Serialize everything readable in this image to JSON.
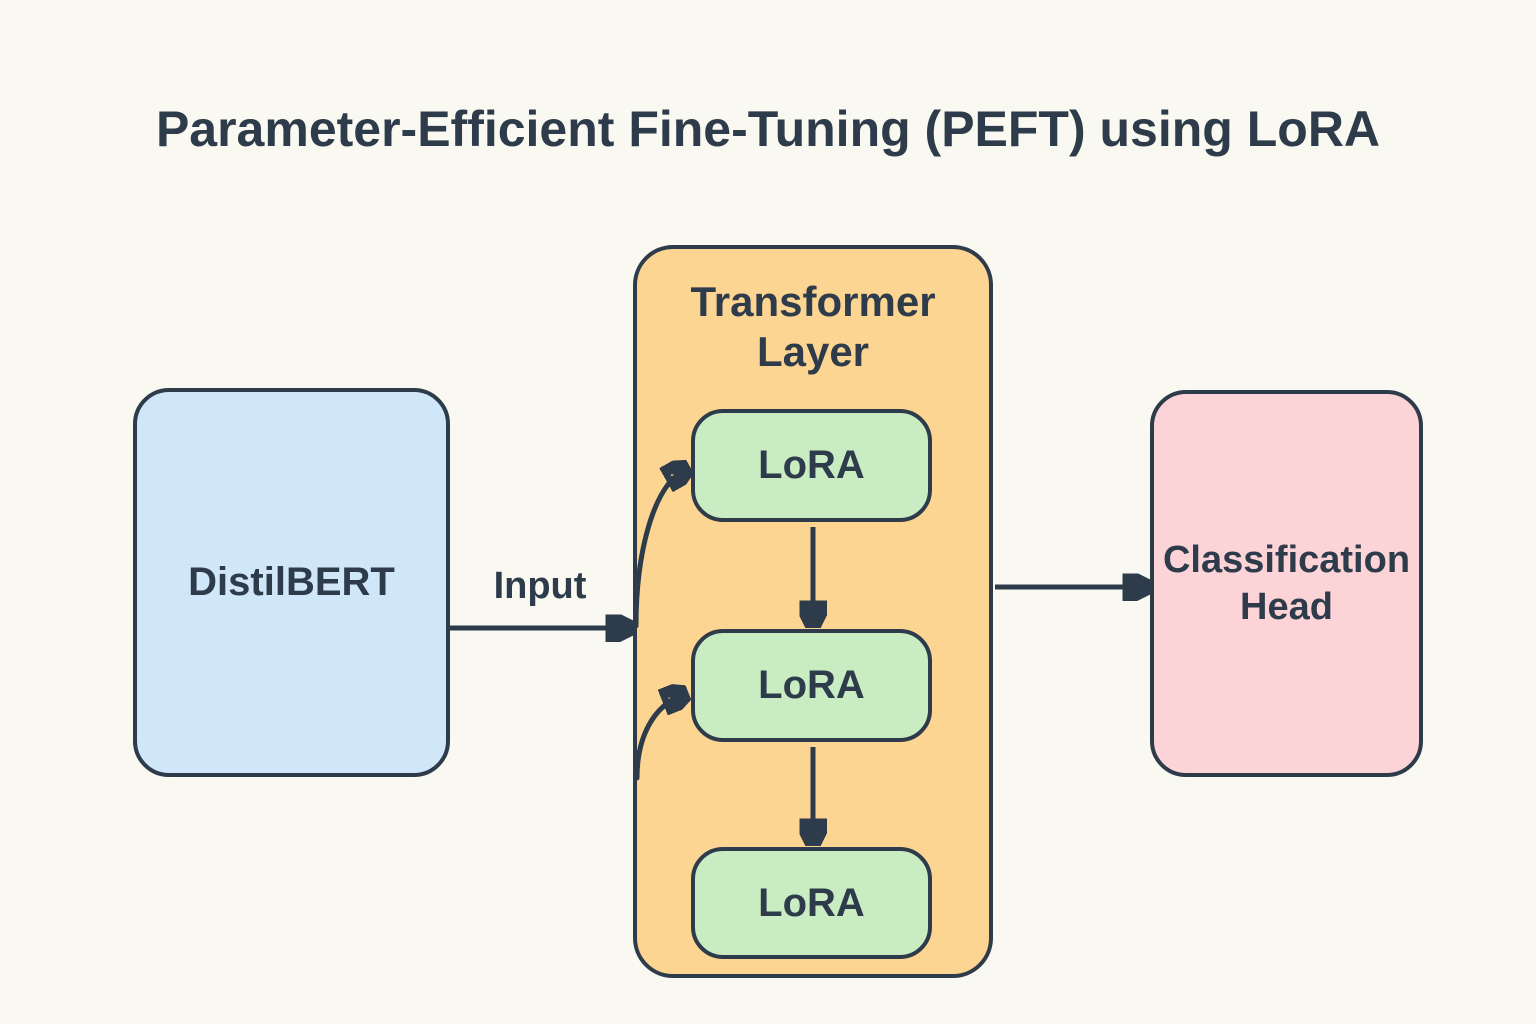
{
  "title": "Parameter-Efficient Fine-Tuning (PEFT) using LoRA",
  "colors": {
    "background": "#FAF9F1",
    "stroke_and_text": "#2E3B4A",
    "distilbert_fill": "#CFE7F9",
    "transformer_fill": "#FDD592",
    "lora_fill": "#C9ECC2",
    "classification_fill": "#FCD3D7"
  },
  "nodes": {
    "distilbert": {
      "label": "DistilBERT"
    },
    "transformer_layer": {
      "label": "Transformer Layer"
    },
    "lora_top": {
      "label": "LoRA"
    },
    "lora_middle": {
      "label": "LoRA"
    },
    "lora_bottom": {
      "label": "LoRA"
    },
    "classification_head": {
      "label": "Classification Head"
    }
  },
  "edges": {
    "input": {
      "label": "Input"
    }
  }
}
